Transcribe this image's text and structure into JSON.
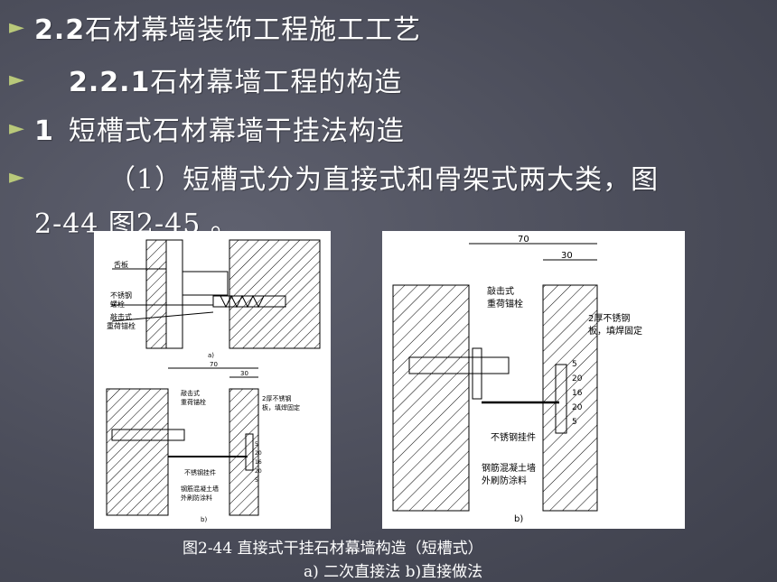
{
  "bullets": [
    {
      "num": "2.2",
      "text": "石材幕墙装饰工程施工工艺"
    },
    {
      "num": "2.2.1",
      "text": "石材幕墙工程的构造"
    },
    {
      "num": "1",
      "text": "短槽式石材幕墙干挂法构造"
    },
    {
      "text": "（1）短槽式分为直接式和骨架式两大类，图"
    }
  ],
  "continuation": "2-44 图2-45 。",
  "figure_left": {
    "labels": [
      "舌板",
      "不锈钢",
      "螺栓",
      "敲击式",
      "重荷锚栓",
      "a)",
      "70",
      "30",
      "敲击式",
      "重荷锚栓",
      "2厚不锈钢",
      "板，填焊固定",
      "不锈钢挂件",
      "钢筋混凝土墙",
      "外刷防涂料",
      "b)",
      "5",
      "20",
      "16",
      "20",
      "5"
    ]
  },
  "figure_right": {
    "labels": [
      "70",
      "30",
      "敲击式",
      "重荷锚栓",
      "2厚不锈钢",
      "板，填焊固定",
      "不锈钢挂件",
      "钢筋混凝土墙",
      "外刷防涂料",
      "b)",
      "5",
      "20",
      "16",
      "20",
      "5"
    ]
  },
  "caption": {
    "line1": "图2-44  直接式干挂石材幕墙构造（短槽式）",
    "line2": "a) 二次直接法        b)直接做法"
  },
  "colors": {
    "background": "#4b4d5a",
    "arrow": "#b9c97a",
    "text": "#ffffff"
  }
}
